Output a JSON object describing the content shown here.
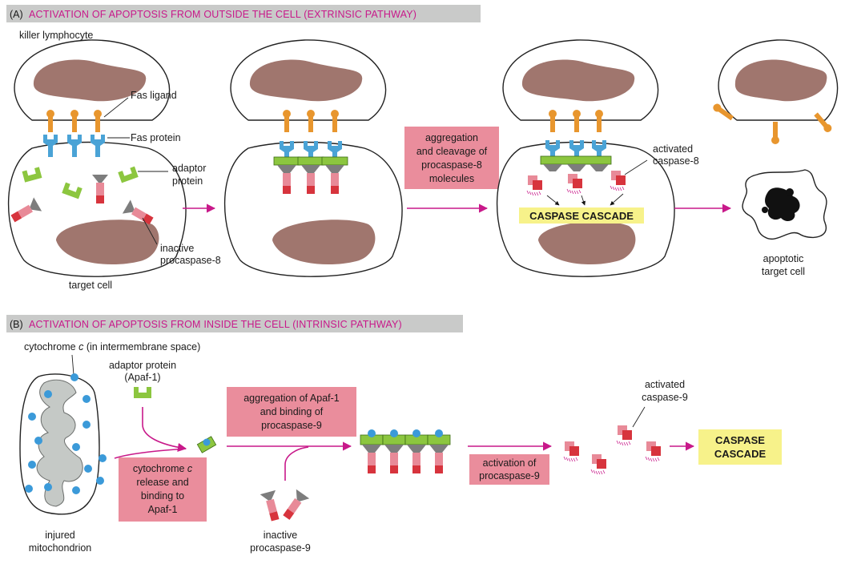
{
  "panel_a": {
    "letter": "(A)",
    "title": "ACTIVATION OF APOPTOSIS FROM OUTSIDE THE CELL (EXTRINSIC PATHWAY)",
    "labels": {
      "killer_lymphocyte": "killer lymphocyte",
      "fas_ligand": "Fas ligand",
      "fas_protein": "Fas protein",
      "adaptor_protein_1": "adaptor",
      "adaptor_protein_2": "protein",
      "inactive_1": "inactive",
      "inactive_2": "procaspase-8",
      "target_cell": "target cell",
      "activated_1": "activated",
      "activated_2": "caspase-8",
      "apoptotic_1": "apoptotic",
      "apoptotic_2": "target cell"
    },
    "step_box": [
      "aggregation",
      "and cleavage of",
      "procaspase-8",
      "molecules"
    ],
    "cascade": "CASPASE CASCADE"
  },
  "panel_b": {
    "letter": "(B)",
    "title": "ACTIVATION OF APOPTOSIS FROM INSIDE THE CELL (INTRINSIC PATHWAY)",
    "labels": {
      "cytochrome_pre": "cytochrome ",
      "cytochrome_c": "c",
      "cytochrome_post": " (in intermembrane space)",
      "adaptor_1": "adaptor protein",
      "adaptor_2": "(Apaf-1)",
      "injured_1": "injured",
      "injured_2": "mitochondrion",
      "inactive_1": "inactive",
      "inactive_2": "procaspase-9",
      "activated_1": "activated",
      "activated_2": "caspase-9"
    },
    "release_box": {
      "line1_pre": "cytochrome ",
      "line1_c": "c",
      "lines": [
        "release and",
        "binding to",
        "Apaf-1"
      ]
    },
    "aggregation_box": [
      "aggregation of Apaf-1",
      "and binding of",
      "procaspase-9"
    ],
    "activation_box": [
      "activation of",
      "procaspase-9"
    ],
    "cascade": [
      "CASPASE",
      "CASCADE"
    ]
  },
  "colors": {
    "header_bg": "#c9cac9",
    "header_text": "#c8198a",
    "step_box": "#ea8d9c",
    "cascade_box": "#f7f28a",
    "arrow": "#c8198a",
    "nucleus": "#a0766e",
    "fas_ligand": "#e8962e",
    "fas_protein": "#4aa3d6",
    "adaptor": "#8cc63f",
    "procaspase_red": "#d7343d",
    "procaspase_grey": "#7d7d7d",
    "cytochrome": "#3b9ad9",
    "mito_inner": "#c5c9c6"
  }
}
